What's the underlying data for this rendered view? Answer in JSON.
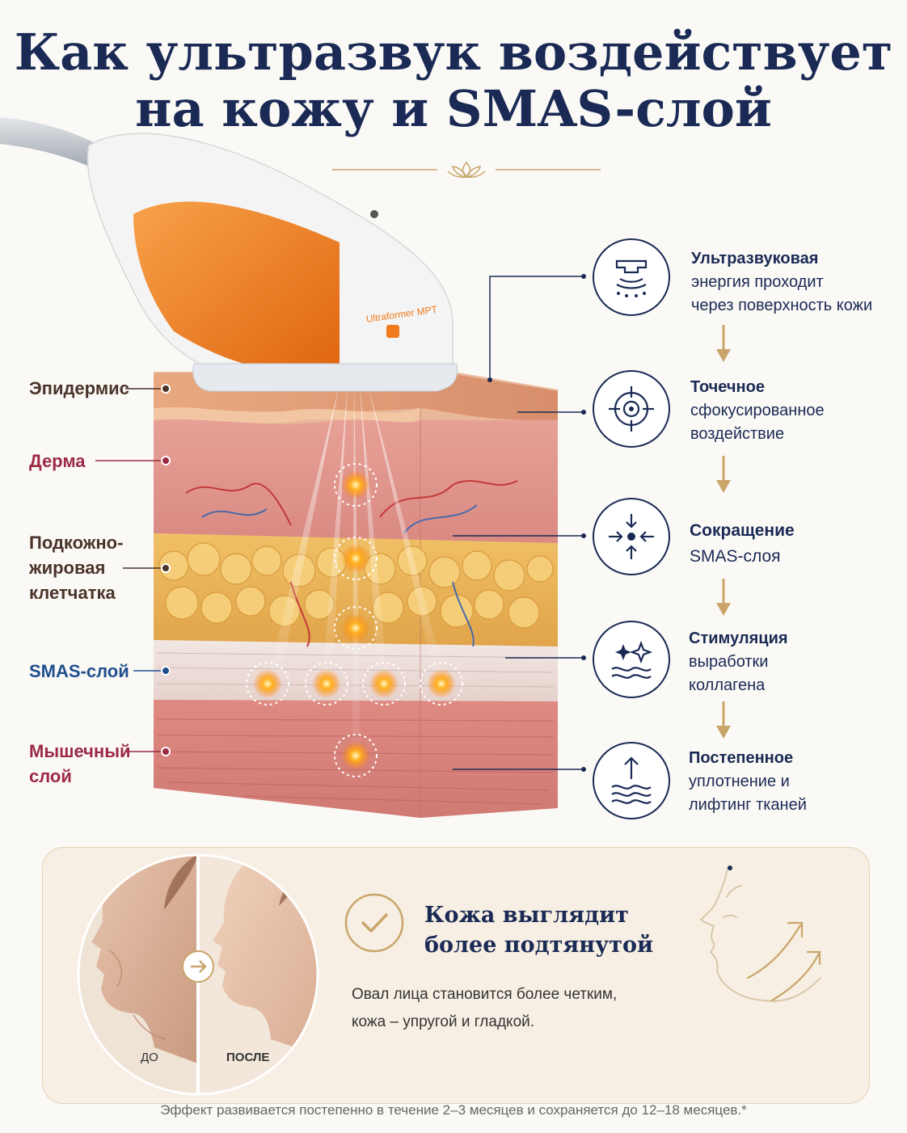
{
  "title": {
    "line1": "Как ультразвук воздействует",
    "line2": "на кожу и SMAS-слой"
  },
  "device": {
    "brand": "Ultraformer MPT",
    "color_accent": "#f07a1c"
  },
  "layers": [
    {
      "label": "Эпидермис",
      "color": "#4a3328"
    },
    {
      "label": "Дерма",
      "color": "#9c2a45"
    },
    {
      "label": "Подкожно-\nжировая\nклетчатка",
      "color": "#4a3328"
    },
    {
      "label": "SMAS-слой",
      "color": "#1f4f8f"
    },
    {
      "label": "Мышечный\nслой",
      "color": "#9c2a45"
    }
  ],
  "steps": [
    {
      "icon": "ultrasound-device-icon",
      "heading": "Ультразвуковая",
      "sub": [
        "энергия проходит",
        "через поверхность кожи"
      ]
    },
    {
      "icon": "target-icon",
      "heading": "Точечное",
      "sub": [
        "сфокусированное",
        "воздействие"
      ]
    },
    {
      "icon": "contraction-icon",
      "heading": "Сокращение",
      "sub": [
        "SMAS-слоя"
      ]
    },
    {
      "icon": "sparkle-icon",
      "heading": "Стимуляция",
      "sub": [
        "выработки",
        "коллагена"
      ]
    },
    {
      "icon": "lift-arrow-icon",
      "heading": "Постепенное",
      "sub": [
        "уплотнение и",
        "лифтинг тканей"
      ]
    }
  ],
  "result": {
    "title_line1": "Кожа выглядит",
    "title_line2": "более подтянутой",
    "desc_line1": "Овал лица становится более четким,",
    "desc_line2": "кожа – упругой и гладкой.",
    "before_label": "ДО",
    "after_label": "ПОСЛЕ"
  },
  "footnote": "Эффект развивается постепенно в течение 2–3 месяцев и сохраняется до 12–18 месяцев.*",
  "colors": {
    "navy": "#1a2a55",
    "gold": "#c9a56a",
    "focus": "#ffb020"
  }
}
